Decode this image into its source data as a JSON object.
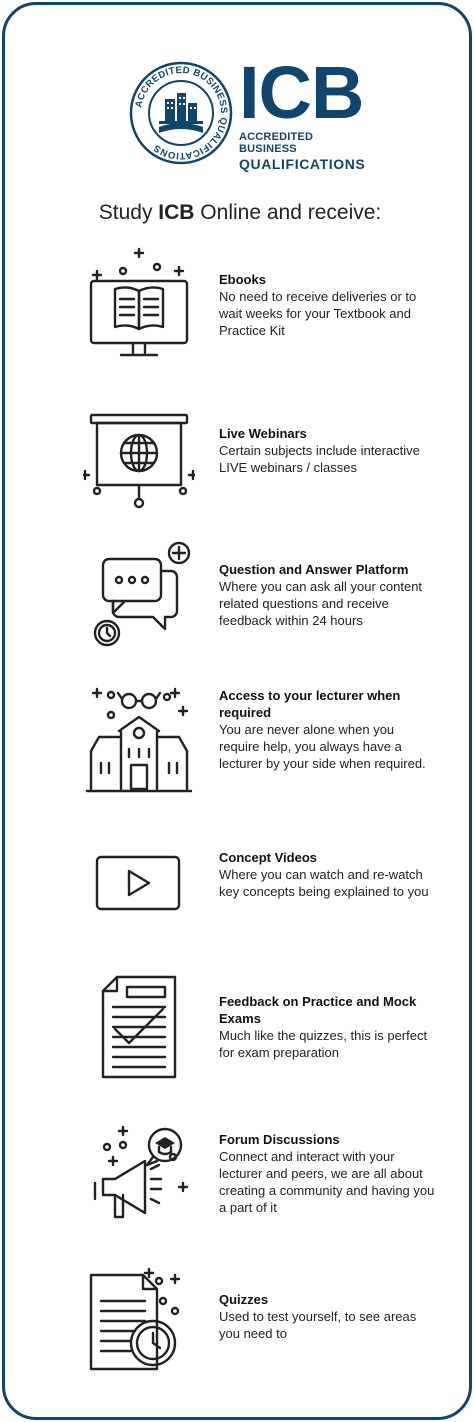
{
  "logo": {
    "brand": "ICB",
    "sub_line1": "ACCREDITED BUSINESS",
    "sub_line2": "QUALIFICATIONS",
    "seal_text": "ACCREDITED BUSINESS QUALIFICATIONS"
  },
  "heading": {
    "prefix": "Study ",
    "brand": "ICB",
    "suffix": " Online and receive:"
  },
  "features": [
    {
      "icon": "ebook-monitor-icon",
      "title": "Ebooks",
      "desc": "No need to receive deliveries or to wait weeks for your Textbook and Practice Kit"
    },
    {
      "icon": "webinar-screen-icon",
      "title": "Live Webinars",
      "desc": "Certain subjects include interactive LIVE webinars / classes"
    },
    {
      "icon": "chat-bubbles-icon",
      "title": "Question and Answer Platform",
      "desc": "Where you can ask all your content related questions and receive feedback within 24 hours"
    },
    {
      "icon": "school-building-icon",
      "title": "Access to your lecturer when required",
      "desc": "You are never alone when you require help, you always have a lecturer by your side when required."
    },
    {
      "icon": "play-video-icon",
      "title": "Concept Videos",
      "desc": "Where you can watch and re-watch key concepts being explained to you"
    },
    {
      "icon": "checked-document-icon",
      "title": "Feedback on Practice and Mock Exams",
      "desc": "Much like the quizzes, this is perfect for exam preparation"
    },
    {
      "icon": "megaphone-icon",
      "title": "Forum Discussions",
      "desc": "Connect and interact with your lecturer and peers, we are all about creating a community and having you a part of it"
    },
    {
      "icon": "timed-document-icon",
      "title": "Quizzes",
      "desc": "Used to test yourself, to see areas you need to"
    }
  ],
  "colors": {
    "brand": "#10466e",
    "text": "#222222"
  }
}
